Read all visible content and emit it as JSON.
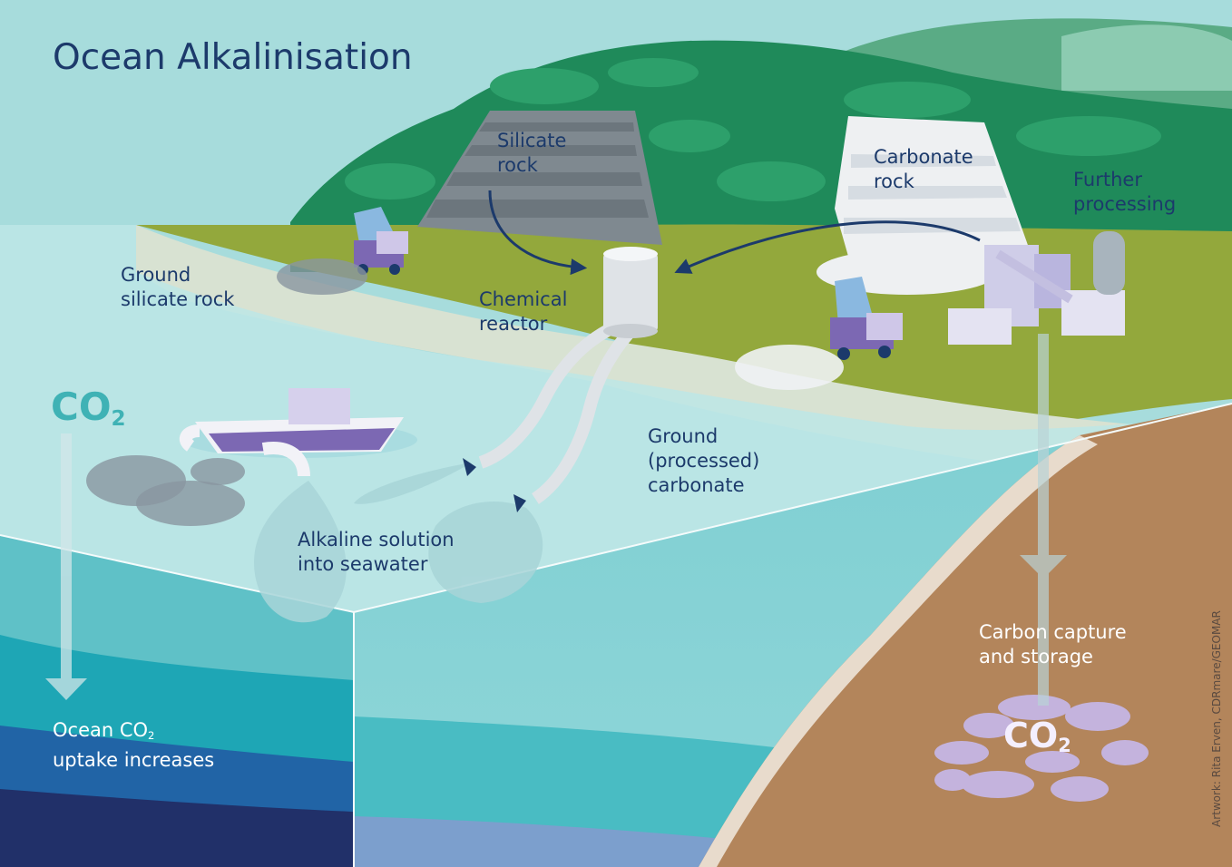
{
  "title": "Ocean Alkalinisation",
  "labels": {
    "silicate_rock": [
      "Silicate",
      "rock"
    ],
    "carbonate_rock": [
      "Carbonate",
      "rock"
    ],
    "further_processing": [
      "Further",
      "processing"
    ],
    "ground_silicate_rock": [
      "Ground",
      "silicate rock"
    ],
    "chemical_reactor": [
      "Chemical",
      "reactor"
    ],
    "ground_processed_carbonate": [
      "Ground",
      "(processed)",
      "carbonate"
    ],
    "alkaline_solution": [
      "Alkaline solution",
      "into seawater"
    ],
    "carbon_capture": [
      "Carbon capture",
      "and storage"
    ],
    "ocean_uptake_line1_prefix": "Ocean CO",
    "ocean_uptake_line1_sub": "2",
    "ocean_uptake_line2": "uptake increases"
  },
  "co2_big": {
    "main": "CO",
    "sub": "2"
  },
  "co2_storage": {
    "main": "CO",
    "sub": "2"
  },
  "credit": "Artwork: Rita Erven, CDRmare/GEOMAR",
  "colors": {
    "sky": "#a7dcdc",
    "forest": "#1f8a5a",
    "grass": "#93a83c",
    "sand": "#d8e2d2",
    "surface_water": "#bde6e6",
    "deep_water": "#213069",
    "sediment": "#b3855b",
    "label_text": "#1c3a6b",
    "co2_accent": "#3fb2b5",
    "stored_co2": "#c4b3dd",
    "arrow": "#1c3a6b"
  }
}
